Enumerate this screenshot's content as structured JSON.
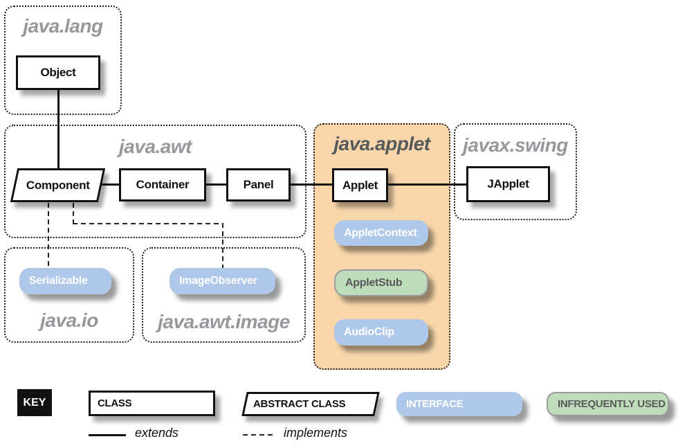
{
  "packages": {
    "java_lang": "java.lang",
    "java_awt": "java.awt",
    "java_applet": "java.applet",
    "javax_swing": "javax.swing",
    "java_io": "java.io",
    "java_awt_image": "java.awt.image"
  },
  "nodes": {
    "object": "Object",
    "component": "Component",
    "container": "Container",
    "panel": "Panel",
    "applet": "Applet",
    "japplet": "JApplet",
    "appletcontext": "AppletContext",
    "appletstub": "AppletStub",
    "audioclip": "AudioClip",
    "serializable": "Serializable",
    "imageobserver": "ImageObserver"
  },
  "relations": [
    {
      "from": "Component",
      "to": "Object",
      "type": "extends"
    },
    {
      "from": "Container",
      "to": "Component",
      "type": "extends"
    },
    {
      "from": "Panel",
      "to": "Container",
      "type": "extends"
    },
    {
      "from": "Applet",
      "to": "Panel",
      "type": "extends"
    },
    {
      "from": "JApplet",
      "to": "Applet",
      "type": "extends"
    },
    {
      "from": "Component",
      "to": "Serializable",
      "type": "implements"
    },
    {
      "from": "Component",
      "to": "ImageObserver",
      "type": "implements"
    }
  ],
  "key": {
    "title": "KEY",
    "class_label": "CLASS",
    "abstract_class_label": "ABSTRACT CLASS",
    "interface_label": "INTERFACE",
    "infrequently_used_label": "INFREQUENTLY USED",
    "extends_label": "extends",
    "implements_label": "implements"
  },
  "colors": {
    "highlight_package_fill": "#F9D7AB",
    "interface_fill": "#AFC7E8",
    "infrequent_fill": "#BFDCBA",
    "infrequent_border": "#9A9B9D",
    "package_label": "#97989B",
    "highlight_package_label": "#58595B",
    "line": "#111111"
  }
}
